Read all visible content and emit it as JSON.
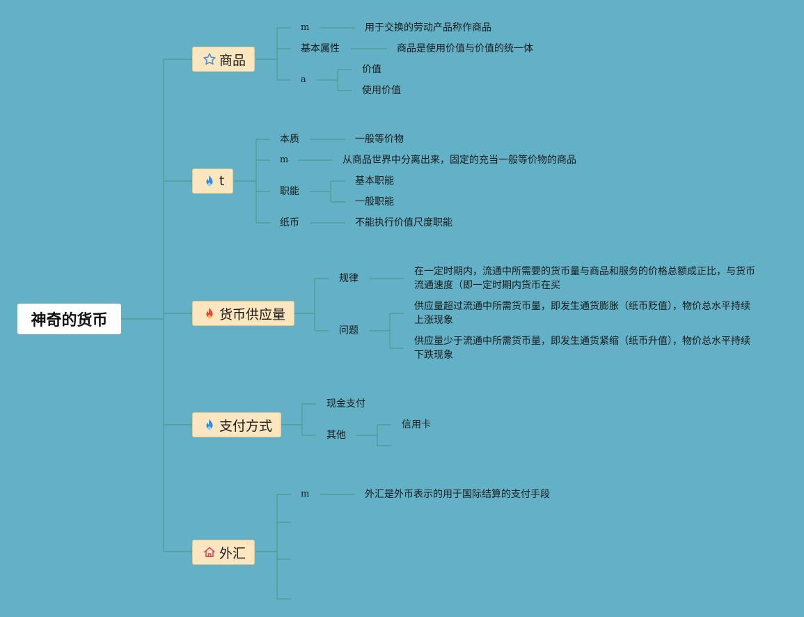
{
  "root": {
    "label": "神奇的货币"
  },
  "colors": {
    "background": "#62b1c7",
    "line": "#4f9a8c",
    "topic_fill": "#fbe6bf"
  },
  "topics": [
    {
      "id": "goods",
      "label": "商品",
      "icon": "star-icon",
      "icon_color": "#3a92d6",
      "children": [
        {
          "label": "m",
          "children": [
            {
              "label": "用于交换的劳动产品称作商品"
            }
          ]
        },
        {
          "label": "基本属性",
          "children": [
            {
              "label": "商品是使用价值与价值的统一体"
            }
          ]
        },
        {
          "label": "a",
          "children": [
            {
              "label": "价值"
            },
            {
              "label": "使用价值"
            }
          ]
        }
      ]
    },
    {
      "id": "t",
      "label": "t",
      "icon": "flame-icon",
      "icon_color": "#2e8fe0",
      "children": [
        {
          "label": "本质",
          "children": [
            {
              "label": "一般等价物"
            }
          ]
        },
        {
          "label": "m",
          "children": [
            {
              "label": "从商品世界中分离出来，固定的充当一般等价物的商品"
            }
          ]
        },
        {
          "label": "职能",
          "children": [
            {
              "label": "基本职能"
            },
            {
              "label": "一般职能"
            }
          ]
        },
        {
          "label": "纸币",
          "children": [
            {
              "label": "不能执行价值尺度职能"
            }
          ]
        }
      ]
    },
    {
      "id": "supply",
      "label": "货币供应量",
      "icon": "flame-icon",
      "icon_color": "#e8453c",
      "children": [
        {
          "label": "规律",
          "children": [
            {
              "label": "在一定时期内，流通中所需要的货币量与商品和服务的价格总额成正比，与货币流通速度（即一定时期内货币在买"
            }
          ]
        },
        {
          "label": "问题",
          "children": [
            {
              "label": "供应量超过流通中所需货币量，即发生通货膨胀（纸币贬值），物价总水平持续上涨现象"
            },
            {
              "label": "供应量少于流通中所需货币量，即发生通货紧缩（纸币升值），物价总水平持续下跌现象"
            }
          ]
        }
      ]
    },
    {
      "id": "payment",
      "label": "支付方式",
      "icon": "flame-icon",
      "icon_color": "#2e8fe0",
      "children": [
        {
          "label": "现金支付"
        },
        {
          "label": "其他",
          "children": [
            {
              "label": "信用卡"
            }
          ]
        }
      ]
    },
    {
      "id": "fx",
      "label": "外汇",
      "icon": "house-icon",
      "icon_color": "#d9455a",
      "children": [
        {
          "label": "m",
          "children": [
            {
              "label": "外汇是外币表示的用于国际结算的支付手段"
            }
          ]
        }
      ]
    }
  ]
}
